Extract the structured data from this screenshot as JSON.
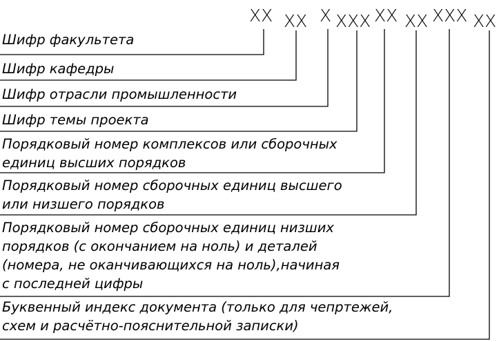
{
  "code_groups": [
    {
      "text": "XX"
    },
    {
      "text": "XX"
    },
    {
      "text": "X"
    },
    {
      "text": "XXX"
    },
    {
      "text": "XX"
    },
    {
      "text": "XX"
    },
    {
      "text": "XXX"
    },
    {
      "text": "XX"
    }
  ],
  "labels": [
    {
      "lines": [
        "Шифр факультета"
      ]
    },
    {
      "lines": [
        "Шифр кафедры"
      ]
    },
    {
      "lines": [
        "Шифр отрасли промышленности"
      ]
    },
    {
      "lines": [
        "Шифр темы проекта"
      ]
    },
    {
      "lines": [
        "Порядковый номер комплексов или сборочных",
        "единиц высших порядков"
      ]
    },
    {
      "lines": [
        "Порядковый номер сборочных единиц высшего",
        "или низшего порядков"
      ]
    },
    {
      "lines": [
        "Порядковый номер сборочных единиц низших",
        "порядков (с окончанием на ноль) и деталей",
        "(номера, не оканчивающихся на ноль),начиная",
        "с последней цифры"
      ]
    },
    {
      "lines": [
        "Буквенный индекс документа (только для чепртежей,",
        "схем и расчётно-пояснительной записки)"
      ]
    }
  ]
}
